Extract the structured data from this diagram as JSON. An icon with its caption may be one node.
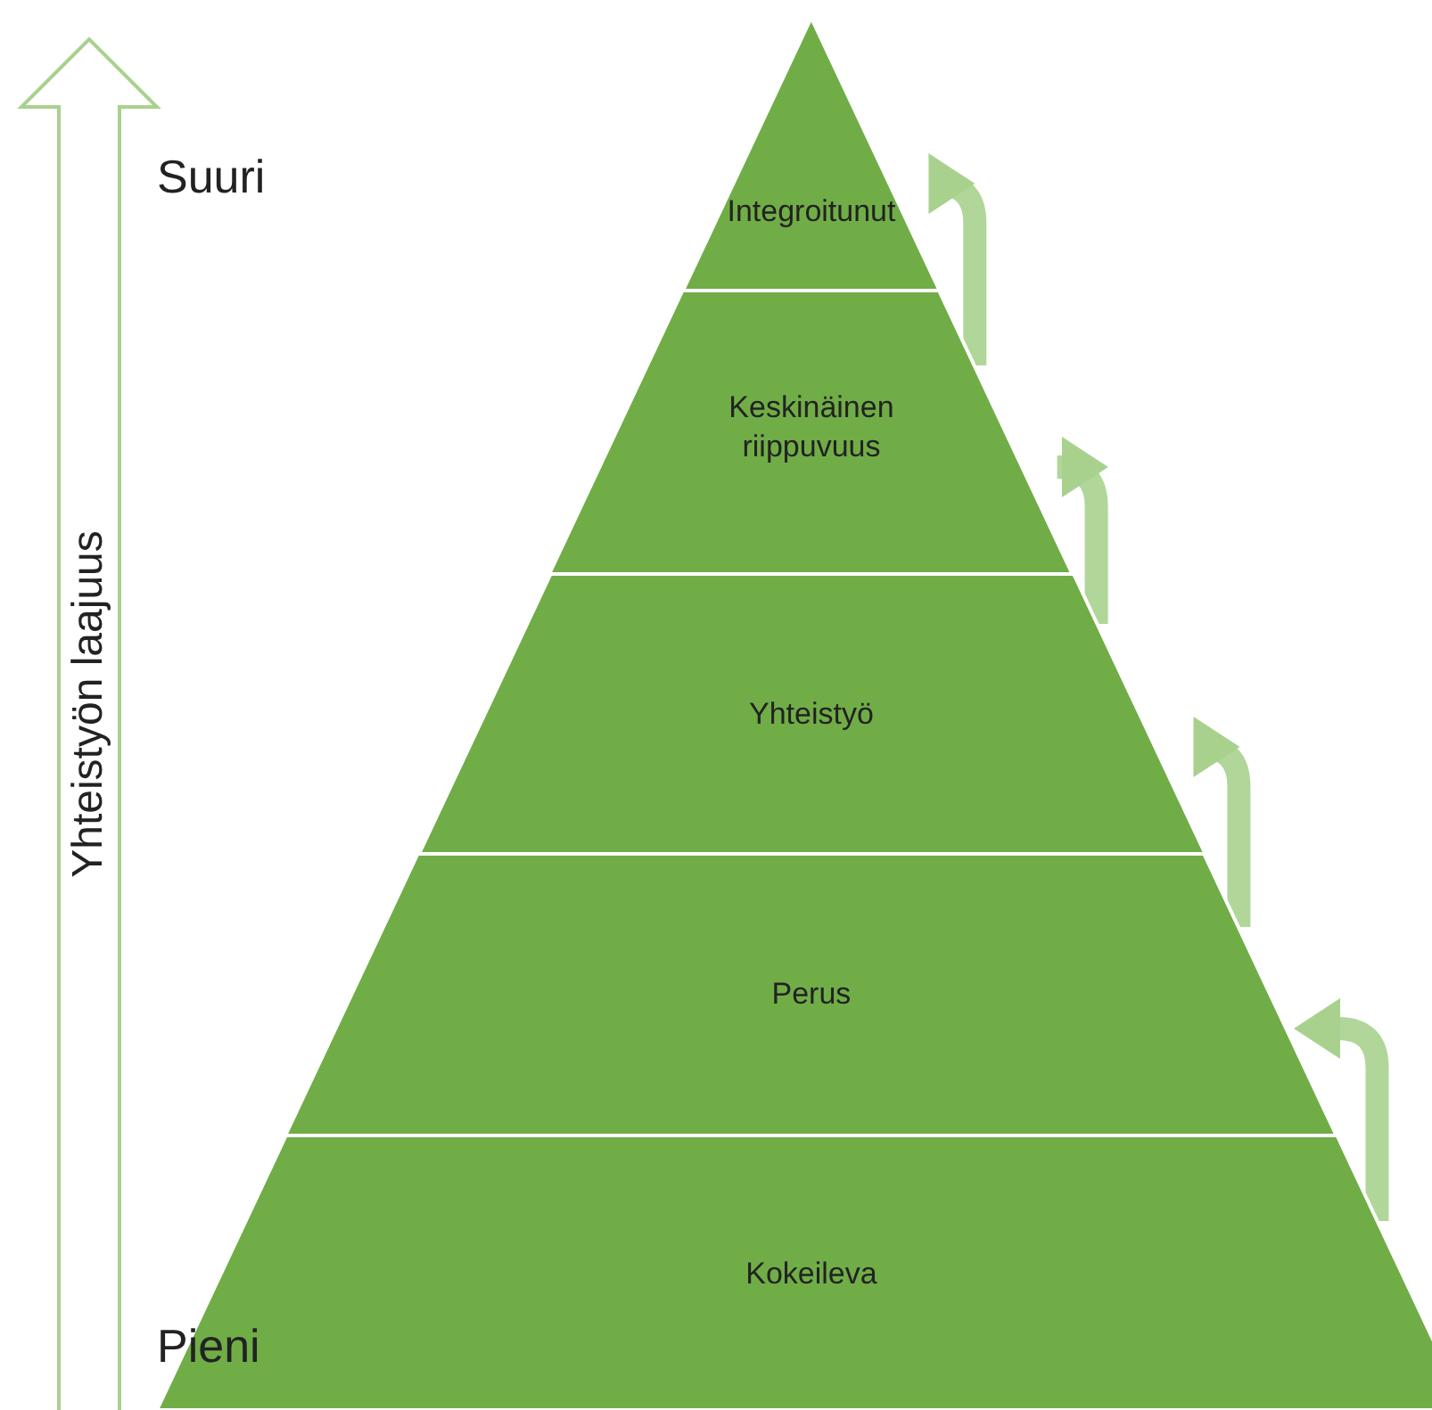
{
  "diagram": {
    "nodes": [
      {
        "text": [
          "Integroitunut"
        ]
      },
      {
        "text": [
          "Keskinäinen riippuvuus"
        ]
      },
      {
        "text": [
          "Yhteistyö"
        ]
      },
      {
        "text": [
          "Perus"
        ]
      },
      {
        "text": [
          "Kokeileva"
        ]
      }
    ],
    "edges": [
      {
        "from": 4,
        "to": 3,
        "arrow": "to"
      },
      {
        "from": 3,
        "to": 2,
        "arrow": "to"
      },
      {
        "from": 2,
        "to": 1,
        "arrow": "to"
      },
      {
        "from": 1,
        "to": 0,
        "arrow": "to"
      }
    ],
    "labels": [
      "Suuri",
      "Yhteistyön laajuus",
      "Pieni"
    ]
  }
}
